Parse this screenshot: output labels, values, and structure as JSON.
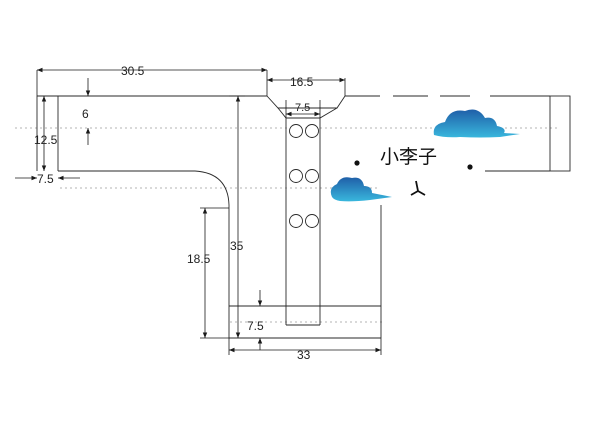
{
  "dimensions": {
    "overall_width": "30.5",
    "slot_width": "16.5",
    "slot_bottom": "7.5",
    "top_offset": "6",
    "arm_height": "12.5",
    "arm_tail": "7.5",
    "total_height": "35",
    "leg_height": "18.5",
    "base_height": "7.5",
    "base_width": "33"
  },
  "watermark": {
    "text": "小李子",
    "colors": {
      "cloud_dark": "#1f5fa8",
      "cloud_light": "#39b7dd"
    }
  }
}
